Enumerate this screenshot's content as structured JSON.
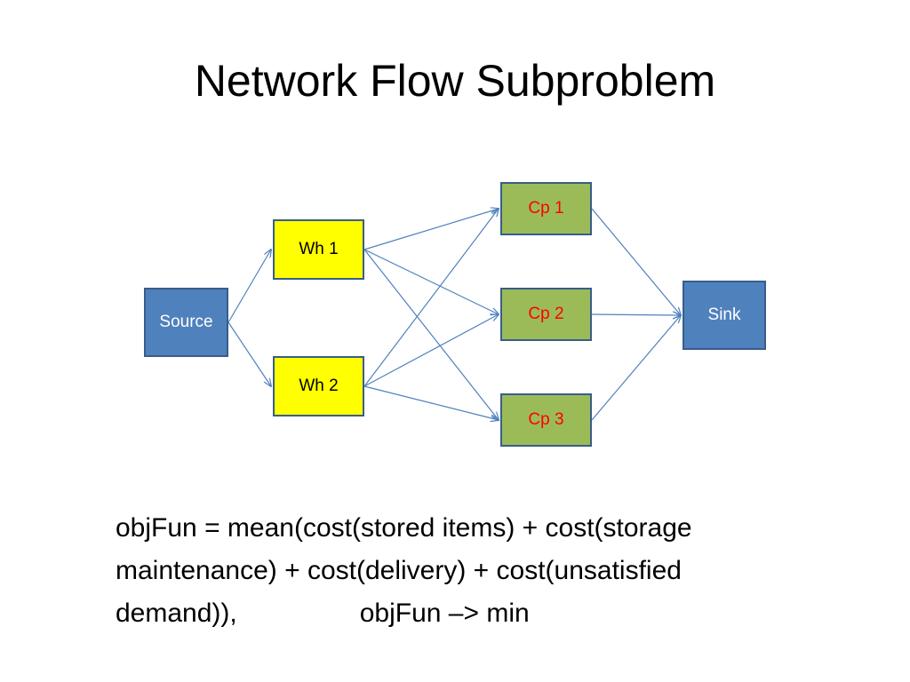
{
  "slide": {
    "title": "Network Flow Subproblem"
  },
  "diagram": {
    "nodes": {
      "source": "Source",
      "wh1": "Wh 1",
      "wh2": "Wh 2",
      "cp1": "Cp 1",
      "cp2": "Cp 2",
      "cp3": "Cp 3",
      "sink": "Sink"
    },
    "edges": [
      [
        "source",
        "wh1"
      ],
      [
        "source",
        "wh2"
      ],
      [
        "wh1",
        "cp1"
      ],
      [
        "wh1",
        "cp2"
      ],
      [
        "wh1",
        "cp3"
      ],
      [
        "wh2",
        "cp1"
      ],
      [
        "wh2",
        "cp2"
      ],
      [
        "wh2",
        "cp3"
      ],
      [
        "cp1",
        "sink"
      ],
      [
        "cp2",
        "sink"
      ],
      [
        "cp3",
        "sink"
      ]
    ],
    "colors": {
      "source_sink": "#4f81bd",
      "warehouse": "#ffff00",
      "checkpoint": "#9bbb59",
      "checkpoint_text": "#ff0000",
      "edge": "#4f81bd"
    }
  },
  "formula": {
    "line1": "objFun = mean(cost(stored items) + cost(storage",
    "line2": "maintenance) + cost(delivery) + cost(unsatisfied",
    "line3a": "demand)),",
    "line3b": "objFun –> min"
  }
}
